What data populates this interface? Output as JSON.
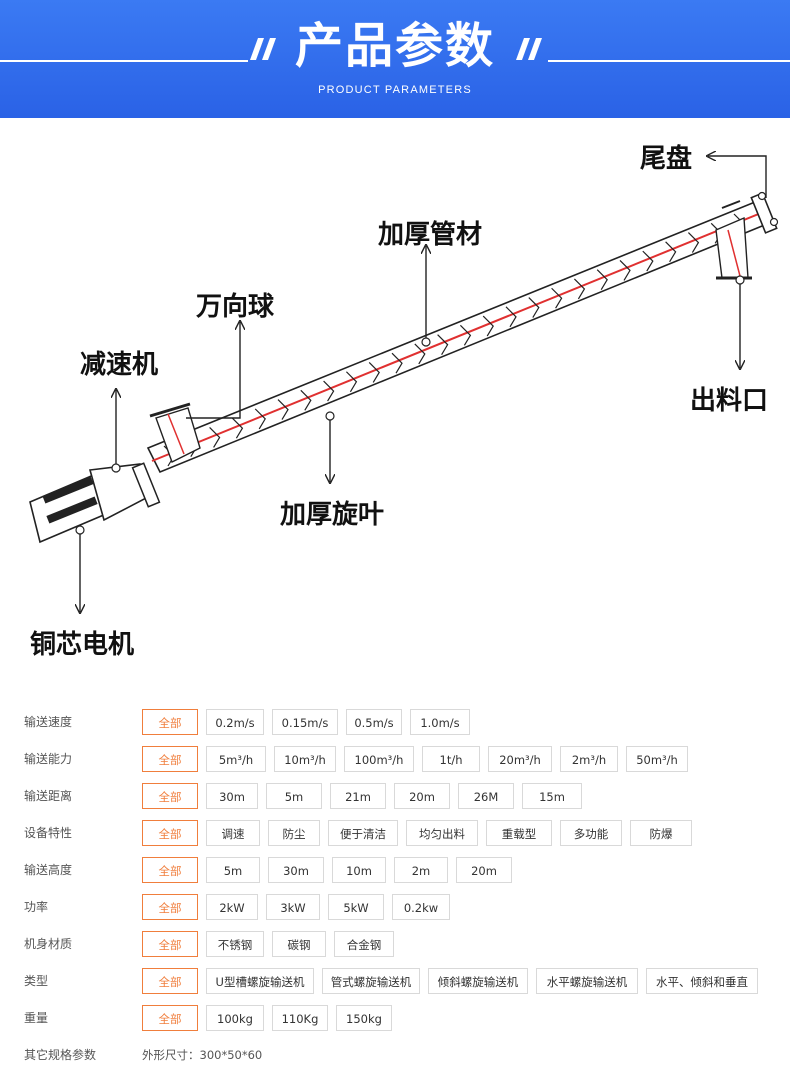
{
  "header": {
    "title": "产品参数",
    "subtitle": "PRODUCT PARAMETERS"
  },
  "diagram": {
    "callouts": {
      "tail_plate": "尾盘",
      "thick_tube": "加厚管材",
      "universal_ball": "万向球",
      "reducer": "减速机",
      "outlet": "出料口",
      "thick_blade": "加厚旋叶",
      "copper_motor": "铜芯电机"
    }
  },
  "params": [
    {
      "label": "输送速度",
      "options": [
        "全部",
        "0.2m/s",
        "0.15m/s",
        "0.5m/s",
        "1.0m/s"
      ],
      "selected": 0
    },
    {
      "label": "输送能力",
      "options": [
        "全部",
        "5m³/h",
        "10m³/h",
        "100m³/h",
        "1t/h",
        "20m³/h",
        "2m³/h",
        "50m³/h"
      ],
      "selected": 0
    },
    {
      "label": "输送距离",
      "options": [
        "全部",
        "30m",
        "5m",
        "21m",
        "20m",
        "26M",
        "15m"
      ],
      "selected": 0
    },
    {
      "label": "设备特性",
      "options": [
        "全部",
        "调速",
        "防尘",
        "便于清洁",
        "均匀出料",
        "重载型",
        "多功能",
        "防爆"
      ],
      "selected": 0
    },
    {
      "label": "输送高度",
      "options": [
        "全部",
        "5m",
        "30m",
        "10m",
        "2m",
        "20m"
      ],
      "selected": 0
    },
    {
      "label": "功率",
      "options": [
        "全部",
        "2kW",
        "3kW",
        "5kW",
        "0.2kw"
      ],
      "selected": 0
    },
    {
      "label": "机身材质",
      "options": [
        "全部",
        "不锈钢",
        "碳钢",
        "合金钢"
      ],
      "selected": 0
    },
    {
      "label": "类型",
      "options": [
        "全部",
        "U型槽螺旋输送机",
        "管式螺旋输送机",
        "倾斜螺旋输送机",
        "水平螺旋输送机",
        "水平、倾斜和垂直"
      ],
      "selected": 0
    },
    {
      "label": "重量",
      "options": [
        "全部",
        "100kg",
        "110Kg",
        "150kg"
      ],
      "selected": 0
    }
  ],
  "other_specs": {
    "label": "其它规格参数",
    "value": "外形尺寸：300*50*60"
  },
  "colors": {
    "header_blue": "#2f6ff0",
    "accent_orange": "#f07e3c",
    "axis_red": "#e03030"
  }
}
